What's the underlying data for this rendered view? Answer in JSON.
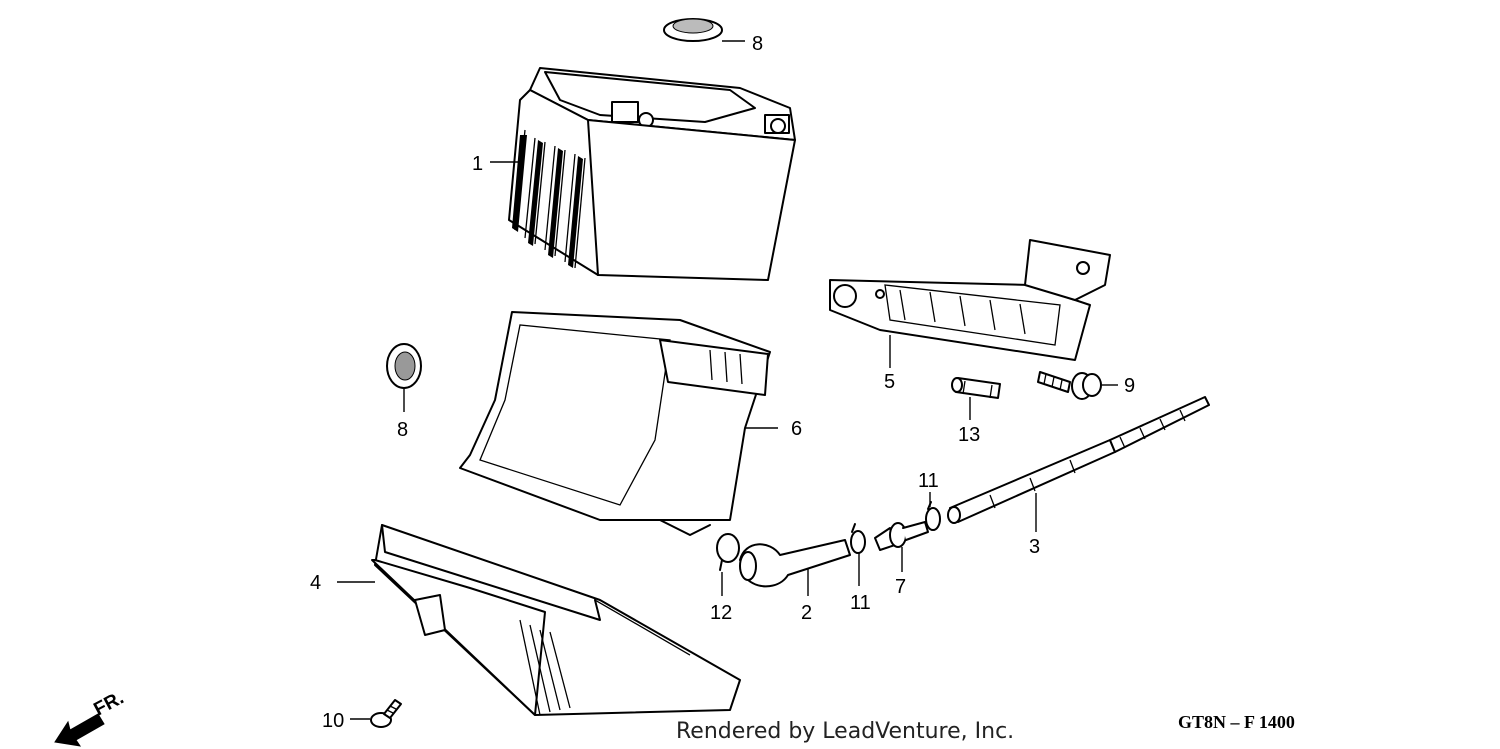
{
  "diagram": {
    "parts": [
      {
        "key": "battery",
        "callout": "1"
      },
      {
        "key": "breather-tube",
        "callout": "2"
      },
      {
        "key": "breather-hose",
        "callout": "3"
      },
      {
        "key": "lower-battery-box",
        "callout": "4"
      },
      {
        "key": "fuse-holder-bracket",
        "callout": "5"
      },
      {
        "key": "battery-case",
        "callout": "6"
      },
      {
        "key": "hose-joint",
        "callout": "7"
      },
      {
        "key": "grommet-top",
        "callout": "8"
      },
      {
        "key": "grommet-left",
        "callout": "8"
      },
      {
        "key": "flange-bolt-bracket",
        "callout": "9"
      },
      {
        "key": "flange-bolt-box",
        "callout": "10"
      },
      {
        "key": "clip-left",
        "callout": "11"
      },
      {
        "key": "clip-right",
        "callout": "11"
      },
      {
        "key": "clip-tube",
        "callout": "12"
      },
      {
        "key": "fuse",
        "callout": "13"
      }
    ],
    "direction_label": "FR.",
    "credit": "Rendered by LeadVenture, Inc.",
    "diagram_code": "GT8N – F 1400"
  }
}
